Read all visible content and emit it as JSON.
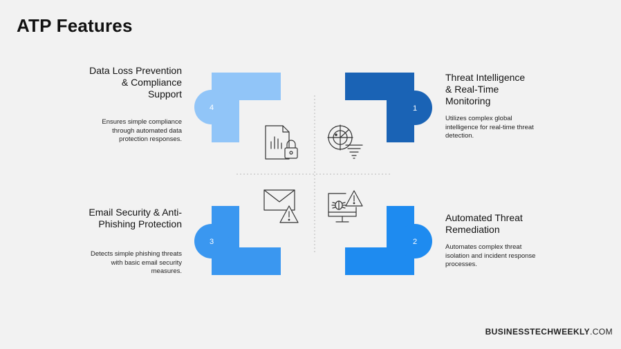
{
  "title": "ATP Features",
  "colors": {
    "background": "#f2f2f2",
    "tile_1": "#1a63b5",
    "tile_2": "#1e8bf0",
    "tile_3": "#3a97f0",
    "tile_4": "#91c5f8",
    "circle_1": "#1a63b5",
    "circle_2": "#1e8bf0",
    "circle_3": "#3a97f0",
    "circle_4": "#91c5f8"
  },
  "features": [
    {
      "number": "1",
      "title": "Threat Intelligence & Real-Time Monitoring",
      "description": "Utilizes complex global intelligence for real-time threat detection.",
      "icon": "radar-icon"
    },
    {
      "number": "2",
      "title": "Automated Threat Remediation",
      "description": "Automates complex threat isolation and incident response processes.",
      "icon": "monitor-bug-alert-icon"
    },
    {
      "number": "3",
      "title": "Email Security & Anti-Phishing Protection",
      "description": "Detects simple phishing threats with basic email security measures.",
      "icon": "mail-alert-icon"
    },
    {
      "number": "4",
      "title": "Data Loss Prevention & Compliance Support",
      "description": "Ensures simple compliance through automated data protection responses.",
      "icon": "document-lock-icon"
    }
  ],
  "brand": {
    "strong": "BUSINESSTECHWEEKLY",
    "light": ".COM"
  }
}
